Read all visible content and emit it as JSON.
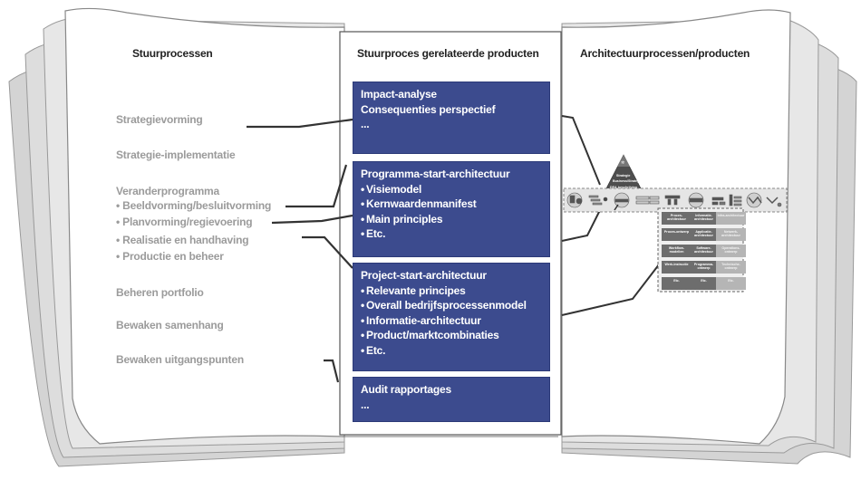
{
  "headers": {
    "left": "Stuurprocessen",
    "middle": "Stuurproces gerelateerde producten",
    "right": "Architectuurprocessen/producten"
  },
  "left_column": {
    "strategievorming": "Strategievorming",
    "strategie_implementatie": "Strategie-implementatie",
    "veranderprogramma": "Veranderprogramma",
    "sub_items": [
      "Beeldvorming/besluitvorming",
      "Planvorming/regievoering",
      "Realisatie en handhaving",
      "Productie en beheer"
    ],
    "beheren_portfolio": "Beheren portfolio",
    "bewaken_samenhang": "Bewaken samenhang",
    "bewaken_uitgangspunten": "Bewaken uitgangspunten"
  },
  "middle_column": {
    "boxes": [
      {
        "title": "Impact-analyse",
        "lines": [
          "Consequenties perspectief",
          "..."
        ],
        "bullets": []
      },
      {
        "title": "Programma-start-architectuur",
        "lines": [],
        "bullets": [
          "Visiemodel",
          "Kernwaardenmanifest",
          "Main principles",
          "Etc."
        ]
      },
      {
        "title": "Project-start-architectuur",
        "lines": [],
        "bullets": [
          "Relevante principes",
          "Overall bedrijfsprocessenmodel",
          "Informatie-architectuur",
          "Product/marktcombinaties",
          "Etc."
        ]
      },
      {
        "title": "Audit rapportages",
        "lines": [
          "..."
        ],
        "bullets": []
      }
    ]
  },
  "illustration": {
    "pyramid_labels": [
      "Strategie",
      "Business/Strategie",
      "DEA-beschrijving"
    ],
    "grid_cells": [
      [
        "Proces-architectuur",
        "Informatie-architectuur",
        "Infra-architectuur"
      ],
      [
        "Proces-ontwerp",
        "Applicatie-architectuur",
        "Netwerk-architectuur"
      ],
      [
        "Workflow-modellen",
        "Software-architectuur",
        "Operations-ontwerp"
      ],
      [
        "Werk-instructie",
        "Programma-ontwerp",
        "Technische-ontwerp"
      ],
      [
        "Etc.",
        "Etc.",
        "Etc."
      ]
    ]
  }
}
